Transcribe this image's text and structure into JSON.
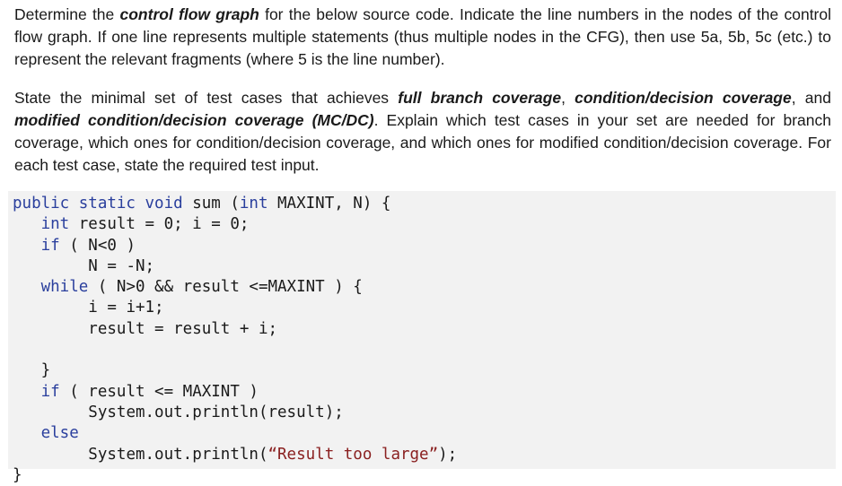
{
  "question": {
    "p1": {
      "t1": "Determine the ",
      "b1": "control flow graph",
      "t2": " for the below source code. Indicate the line numbers in the nodes of the control flow graph. If one line represents multiple statements (thus multiple nodes in the CFG), then use 5a, 5b, 5c (etc.) to represent the relevant fragments (where 5 is the line number)."
    },
    "p2": {
      "t1": "State the minimal set of test cases that achieves ",
      "b1": "full branch coverage",
      "t2": ", ",
      "b2": "condition/decision coverage",
      "t3": ", and ",
      "b3": "modified condition/decision coverage (MC/DC)",
      "t4": ". Explain which test cases in your set are needed for branch coverage, which ones for condition/decision coverage, and which ones for modified condition/decision coverage. For each test case, state the required test input."
    }
  },
  "code": {
    "l1_kw": "public static void",
    "l1_rest": " sum (",
    "l1_kw2": "int",
    "l1_rest2": " MAXINT, N) {",
    "l2_kw": "int",
    "l2_rest": " result = 0; i = 0;",
    "l3_kw": "if",
    "l3_rest": " ( N<0 )",
    "l4": "N = -N;",
    "l5_kw": "while",
    "l5_rest": " ( N>0 && result <=MAXINT ) {",
    "l6": "i = i+1;",
    "l7": "result = result + i;",
    "l8": "}",
    "l9_kw": "if",
    "l9_rest": " ( result <= MAXINT )",
    "l10": "System.out.println(result);",
    "l11_kw": "else",
    "l12_a": "System.out.println(",
    "l12_str": "“Result too large”",
    "l12_b": ");",
    "l13": "}"
  }
}
